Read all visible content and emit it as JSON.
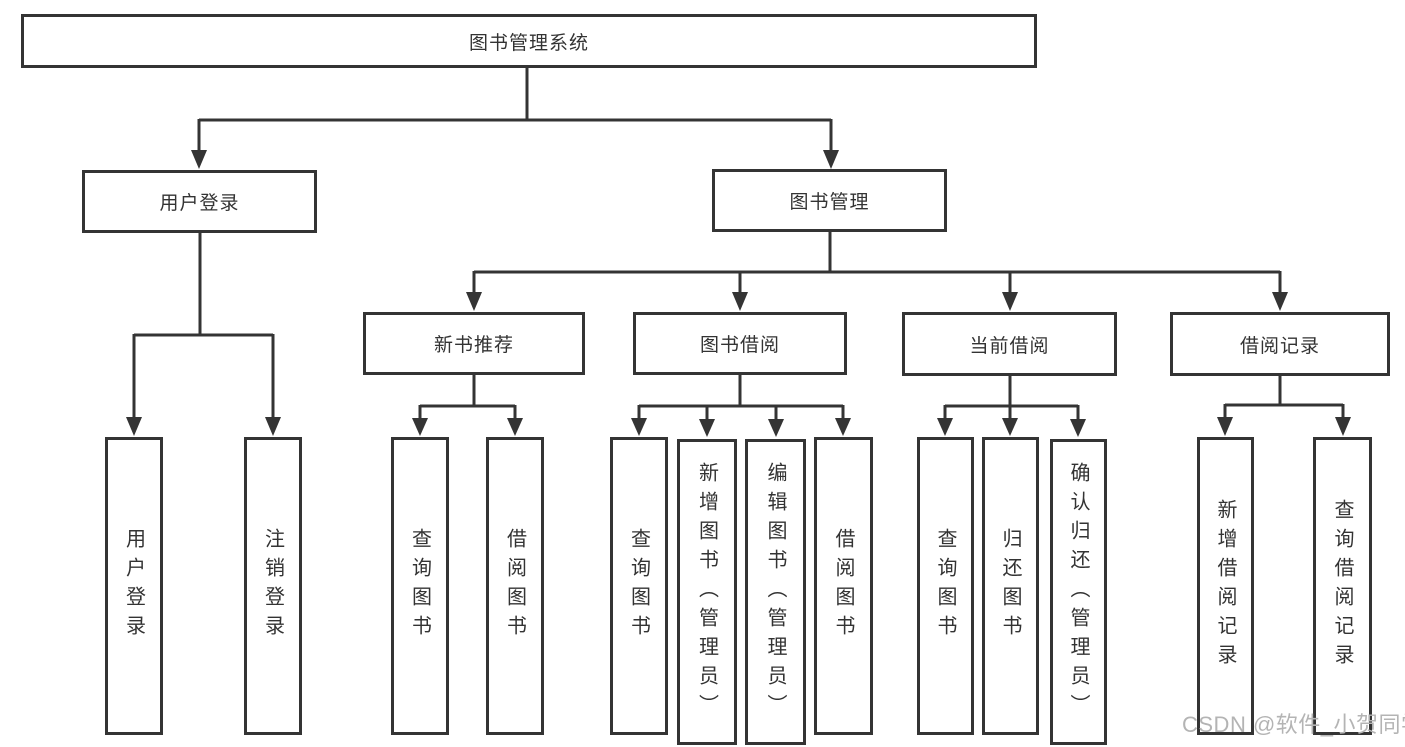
{
  "diagram": {
    "root": {
      "label": "图书管理系统"
    },
    "branches": [
      {
        "label": "用户登录",
        "children": [
          {
            "label": "用户登录"
          },
          {
            "label": "注销登录"
          }
        ]
      },
      {
        "label": "图书管理",
        "children": [
          {
            "label": "新书推荐",
            "children": [
              {
                "label": "查询图书"
              },
              {
                "label": "借阅图书"
              }
            ]
          },
          {
            "label": "图书借阅",
            "children": [
              {
                "label": "查询图书"
              },
              {
                "label": "新增图书（管理员）"
              },
              {
                "label": "编辑图书（管理员）"
              },
              {
                "label": "借阅图书"
              }
            ]
          },
          {
            "label": "当前借阅",
            "children": [
              {
                "label": "查询图书"
              },
              {
                "label": "归还图书"
              },
              {
                "label": "确认归还（管理员）"
              }
            ]
          },
          {
            "label": "借阅记录",
            "children": [
              {
                "label": "新增借阅记录"
              },
              {
                "label": "查询借阅记录"
              }
            ]
          }
        ]
      }
    ]
  },
  "watermark": {
    "text": "CSDN @软件_小贺同学",
    "color": "#b4b4b4"
  },
  "colors": {
    "line": "#343434",
    "text": "#333333",
    "background": "#ffffff"
  }
}
